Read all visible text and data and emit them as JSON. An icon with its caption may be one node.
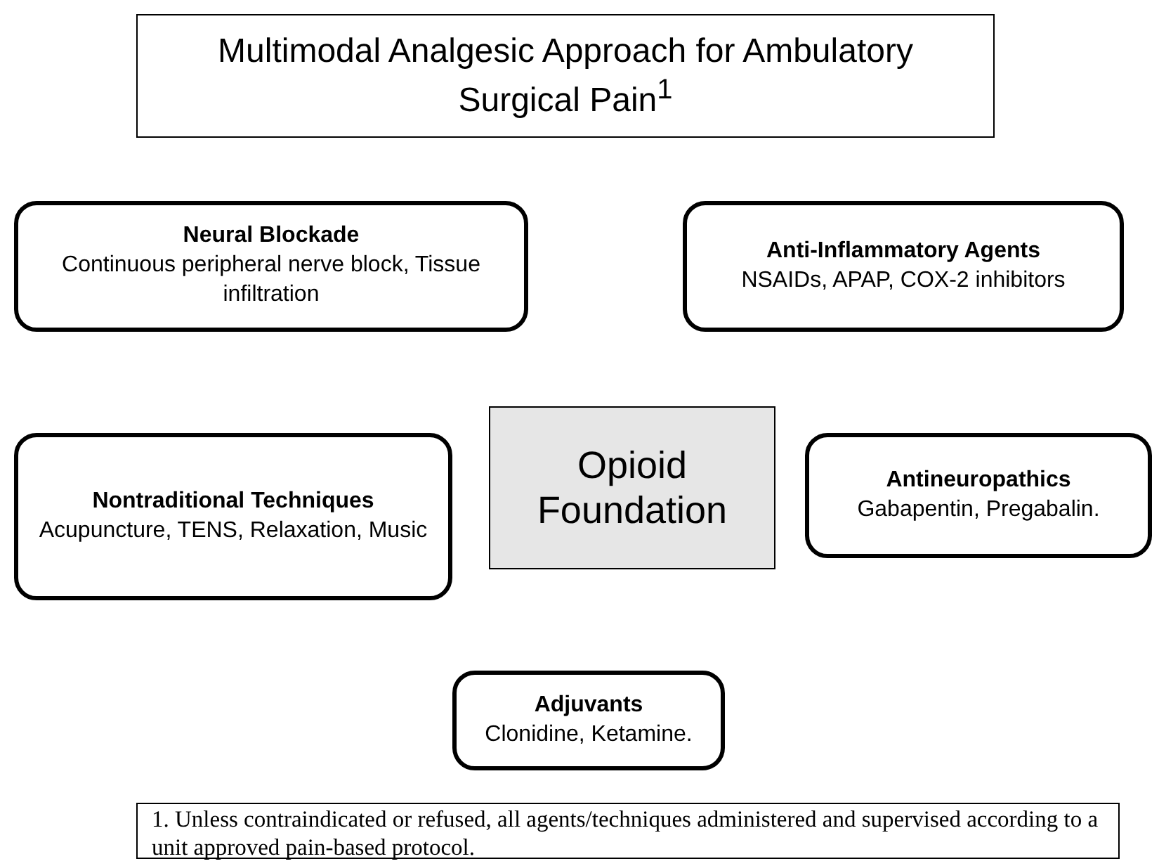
{
  "diagram": {
    "title": "Multimodal Analgesic Approach for Ambulatory Surgical Pain$^{1}$",
    "caption": "1. Unless contraindicated or refused, all agents/techniques administered and supervised according to a unit approved pain-based protocol.",
    "nodes": [
      {
        "text": [
          "Neural Blockade",
          "Continuous peripheral nerve block, Tissue infiltration"
        ]
      },
      {
        "text": [
          "Anti-Inflammatory Agents",
          "NSAIDs, APAP, COX-2 inhibitors"
        ]
      },
      {
        "text": [
          "Nontraditional Techniques",
          "Acupuncture, TENS, Relaxation, Music"
        ]
      },
      {
        "text": [
          "Opioid Foundation"
        ]
      },
      {
        "text": [
          "Antineuropathics",
          "Gabapentin, Pregabalin."
        ]
      },
      {
        "text": [
          "Adjuvants",
          "Clonidine, Ketamine."
        ]
      }
    ]
  }
}
